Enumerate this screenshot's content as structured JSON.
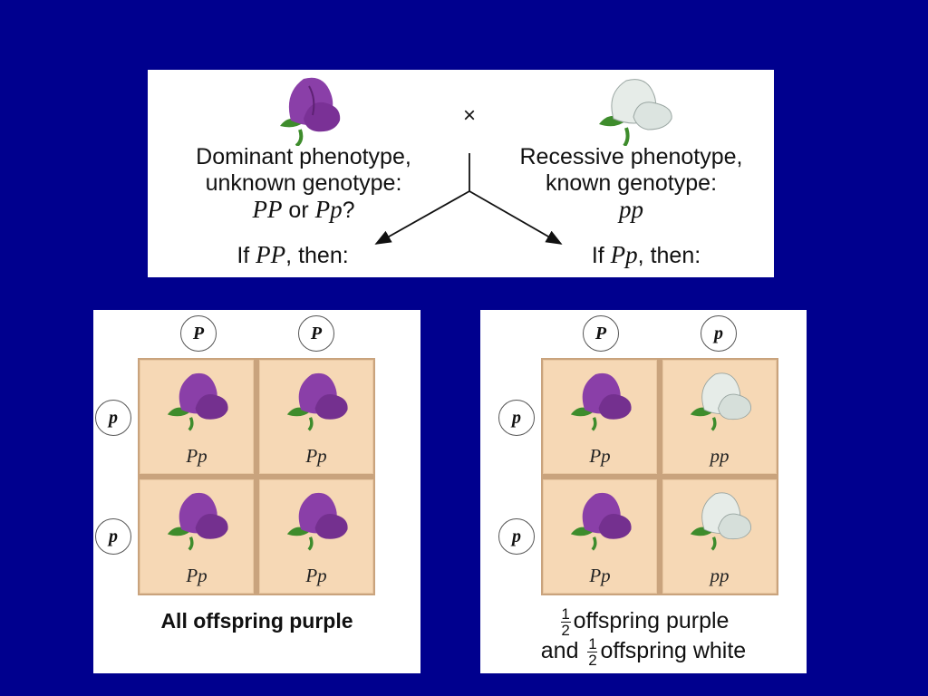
{
  "top": {
    "cross_symbol": "×",
    "left_line1": "Dominant phenotype,",
    "left_line2": "unknown genotype:",
    "left_g1": "PP",
    "left_or": " or ",
    "left_g2": "Pp",
    "left_q": "?",
    "right_line1": "Recessive phenotype,",
    "right_line2": "known genotype:",
    "right_g": "pp",
    "if_left_pre": "If ",
    "if_left_g": "PP",
    "if_left_post": ", then:",
    "if_right_pre": "If ",
    "if_right_g": "Pp",
    "if_right_post": ", then:"
  },
  "left_square": {
    "col_alleles": [
      "P",
      "P"
    ],
    "row_alleles": [
      "p",
      "p"
    ],
    "cells": [
      {
        "genotype": "Pp",
        "color": "purple"
      },
      {
        "genotype": "Pp",
        "color": "purple"
      },
      {
        "genotype": "Pp",
        "color": "purple"
      },
      {
        "genotype": "Pp",
        "color": "purple"
      }
    ],
    "caption": "All offspring purple"
  },
  "right_square": {
    "col_alleles": [
      "P",
      "p"
    ],
    "row_alleles": [
      "p",
      "p"
    ],
    "cells": [
      {
        "genotype": "Pp",
        "color": "purple"
      },
      {
        "genotype": "pp",
        "color": "white"
      },
      {
        "genotype": "Pp",
        "color": "purple"
      },
      {
        "genotype": "pp",
        "color": "white"
      }
    ],
    "caption_frac_num": "1",
    "caption_frac_den": "2",
    "caption_line1": "offspring purple",
    "caption_line2_pre": "and",
    "caption_line2": "offspring white"
  },
  "colors": {
    "background": "#00008e",
    "purple_flower": "#8a3fa8",
    "white_flower": "#e6ece8",
    "cell_fill": "#f6d8b5"
  }
}
